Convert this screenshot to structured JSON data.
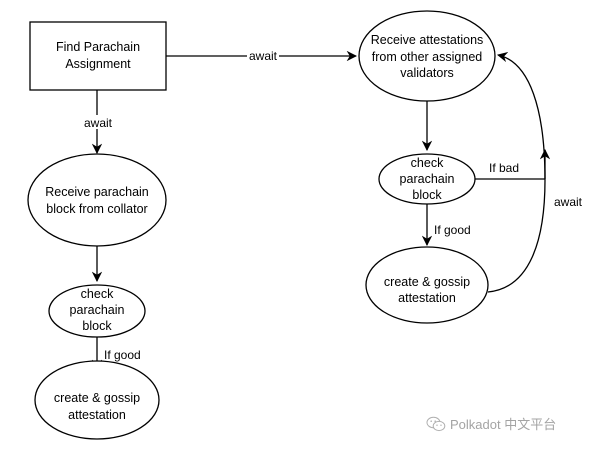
{
  "diagram": {
    "nodes": {
      "find_assignment": {
        "lines": [
          "Find Parachain",
          "Assignment"
        ],
        "shape": "rectangle"
      },
      "receive_block": {
        "lines": [
          "Receive parachain",
          "block from collator"
        ],
        "shape": "ellipse"
      },
      "check_block_left": {
        "lines": [
          "check",
          "parachain",
          "block"
        ],
        "shape": "ellipse"
      },
      "gossip_left": {
        "lines": [
          "create & gossip",
          "attestation"
        ],
        "shape": "ellipse"
      },
      "receive_attestations": {
        "lines": [
          "Receive attestations",
          "from other assigned",
          "validators"
        ],
        "shape": "ellipse"
      },
      "check_block_right": {
        "lines": [
          "check",
          "parachain",
          "block"
        ],
        "shape": "ellipse"
      },
      "gossip_right": {
        "lines": [
          "create & gossip",
          "attestation"
        ],
        "shape": "ellipse"
      }
    },
    "edges": {
      "assignment_to_receive_block": {
        "from": "find_assignment",
        "to": "receive_block",
        "label": "await"
      },
      "receive_block_to_check": {
        "from": "receive_block",
        "to": "check_block_left",
        "label": ""
      },
      "check_left_to_gossip": {
        "from": "check_block_left",
        "to": "gossip_left",
        "label": "If good"
      },
      "assignment_to_attestations": {
        "from": "find_assignment",
        "to": "receive_attestations",
        "label": "await"
      },
      "attestations_to_check": {
        "from": "receive_attestations",
        "to": "check_block_right",
        "label": ""
      },
      "check_right_bad": {
        "from": "check_block_right",
        "to": "receive_attestations",
        "label": "If bad"
      },
      "check_right_to_gossip": {
        "from": "check_block_right",
        "to": "gossip_right",
        "label": "If good"
      },
      "gossip_right_loop": {
        "from": "gossip_right",
        "to": "receive_attestations",
        "label": "await"
      }
    }
  },
  "watermark": {
    "icon": "wechat-icon",
    "text": "Polkadot 中文平台"
  }
}
